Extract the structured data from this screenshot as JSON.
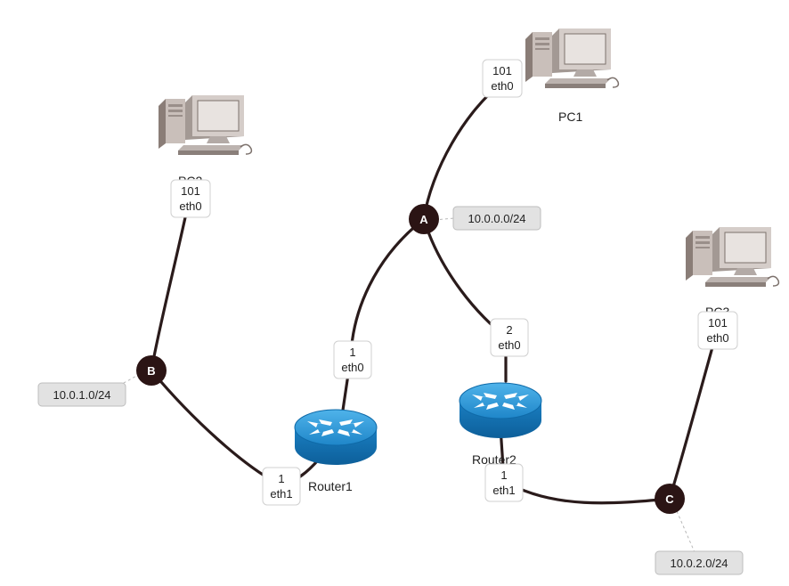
{
  "hosts": {
    "pc1": {
      "name": "PC1",
      "port": {
        "number": "101",
        "iface": "eth0"
      }
    },
    "pc2": {
      "name": "PC2",
      "port": {
        "number": "101",
        "iface": "eth0"
      }
    },
    "pc3": {
      "name": "PC3",
      "port": {
        "number": "101",
        "iface": "eth0"
      }
    }
  },
  "routers": {
    "router1": {
      "name": "Router1",
      "port_a": {
        "number": "1",
        "iface": "eth0"
      },
      "port_b": {
        "number": "1",
        "iface": "eth1"
      }
    },
    "router2": {
      "name": "Router2",
      "port_a": {
        "number": "2",
        "iface": "eth0"
      },
      "port_c": {
        "number": "1",
        "iface": "eth1"
      }
    }
  },
  "switches": {
    "a": {
      "label": "A",
      "network": "10.0.0.0/24"
    },
    "b": {
      "label": "B",
      "network": "10.0.1.0/24"
    },
    "c": {
      "label": "C",
      "network": "10.0.2.0/24"
    }
  }
}
